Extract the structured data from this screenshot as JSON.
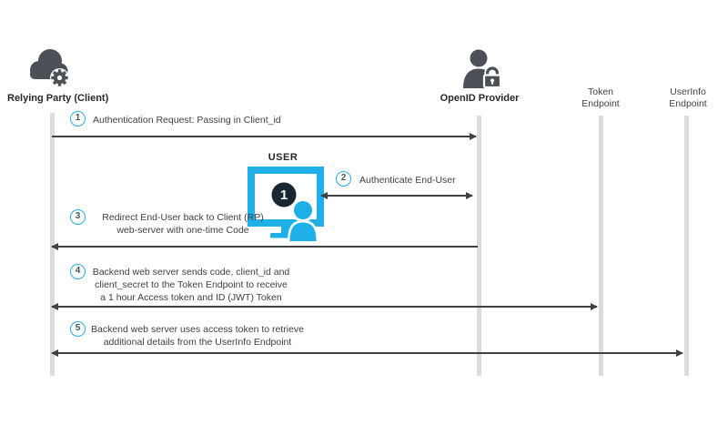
{
  "colors": {
    "accent_cyan": "#1fb0e8",
    "badge_circle_cyan": "#29abe2",
    "icon_dark": "#4b5157",
    "lifeline_gray": "#dcdcdc",
    "monitor_badge_dark": "#1b2730",
    "text_dark": "#414042"
  },
  "actors": {
    "relying_party": {
      "label": "Relying Party (Client)"
    },
    "openid_provider": {
      "label": "OpenID Provider"
    },
    "token_endpoint": {
      "line1": "Token",
      "line2": "Endpoint"
    },
    "userinfo_endpoint": {
      "line1": "UserInfo",
      "line2": "Endpoint"
    }
  },
  "user_box": {
    "label": "USER",
    "monitor_badge": "1"
  },
  "steps": [
    {
      "number": "1",
      "lines": [
        "Authentication Request: Passing in Client_id"
      ]
    },
    {
      "number": "2",
      "lines": [
        "Authenticate End-User"
      ]
    },
    {
      "number": "3",
      "lines": [
        "Redirect End-User back to Client (RP)",
        "web-server with one-time Code"
      ]
    },
    {
      "number": "4",
      "lines": [
        "Backend web server sends code, client_id and",
        "client_secret to the Token Endpoint to receive",
        "a 1 hour Access token and ID (JWT) Token"
      ]
    },
    {
      "number": "5",
      "lines": [
        "Backend web server uses access token to retrieve",
        "additional details from the UserInfo Endpoint"
      ]
    }
  ]
}
